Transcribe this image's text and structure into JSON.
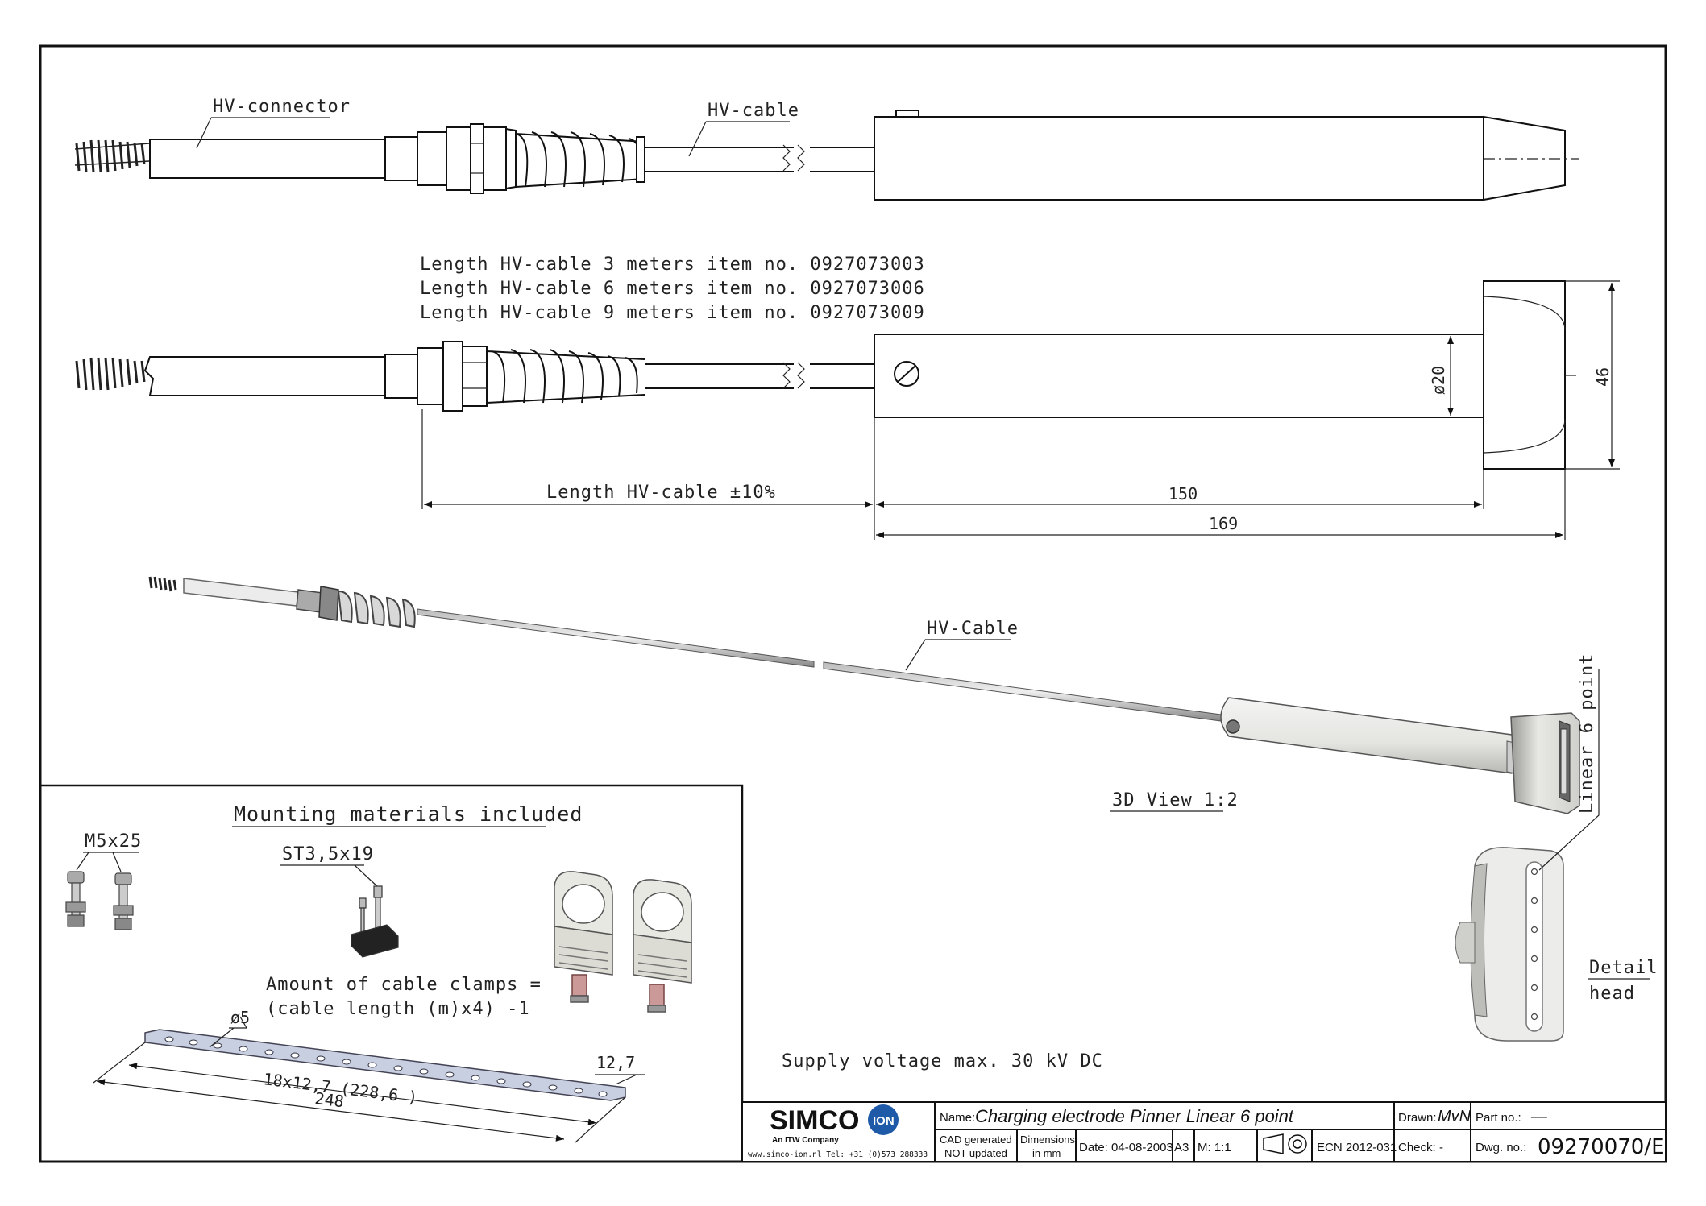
{
  "labels": {
    "hv_connector": "HV-connector",
    "hv_cable_top": "HV-cable",
    "length_3m": "Length HV-cable 3 meters item no. 0927073003",
    "length_6m": "Length HV-cable 6 meters item no. 0927073006",
    "length_9m": "Length HV-cable 9 meters item no. 0927073009",
    "diameter": "ø20",
    "head_height": "46",
    "dim_cable_length": "Length HV-cable  ±10%",
    "dim_150": "150",
    "dim_169": "169",
    "hv_cable_3d": "HV-Cable",
    "view_3d": "3D View 1:2",
    "linear_6_point": "Linear 6 point",
    "detail_line1": "Detail",
    "detail_line2": "head",
    "supply_voltage": "Supply voltage max. 30 kV DC"
  },
  "mounting": {
    "title": "Mounting materials included",
    "bolt": "M5x25",
    "screw": "ST3,5x19",
    "clamps_line1": "Amount of cable clamps =",
    "clamps_line2": "(cable length (m)x4) -1",
    "hole_dia": "ø5",
    "strip_width": "12,7",
    "pitch": "18x12,7   (228,6 )",
    "strip_length": "248"
  },
  "title_block": {
    "brand": "SIMCO",
    "brand_ion": "ION",
    "tagline": "An ITW Company",
    "contact": "www.simco-ion.nl  Tel: +31 (0)573 288333",
    "name_label": "Name:",
    "name_value": "Charging electrode Pinner Linear 6 point",
    "drawn_label": "Drawn:",
    "drawn_value": "MvN",
    "part_label": "Part no.:",
    "part_value": "—",
    "cad_line1": "CAD generated",
    "cad_line2": "NOT updated",
    "dims_line1": "Dimensions",
    "dims_line2": "in mm",
    "date": "Date: 04-08-2003",
    "format": "A3",
    "scale": "M: 1:1",
    "ecn": "ECN 2012-031",
    "check_label": "Check:",
    "check_value": "-",
    "dwg_label": "Dwg. no.:",
    "dwg_value": "09270070/E"
  }
}
